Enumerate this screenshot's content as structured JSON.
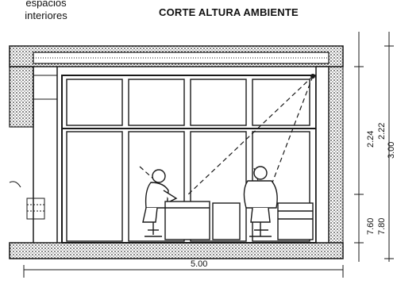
{
  "header": {
    "left_label": "espacios interiores",
    "title": "CORTE ALTURA AMBIENTE"
  },
  "dimensions": {
    "width": "5.00",
    "height_total": "3.00",
    "height_upper_1": "2.24",
    "height_upper_2": "2.22",
    "height_lower_1": "7.60",
    "height_lower_2": "7.80"
  },
  "colors": {
    "ink": "#1a1a1a",
    "hatch": "#555555"
  }
}
